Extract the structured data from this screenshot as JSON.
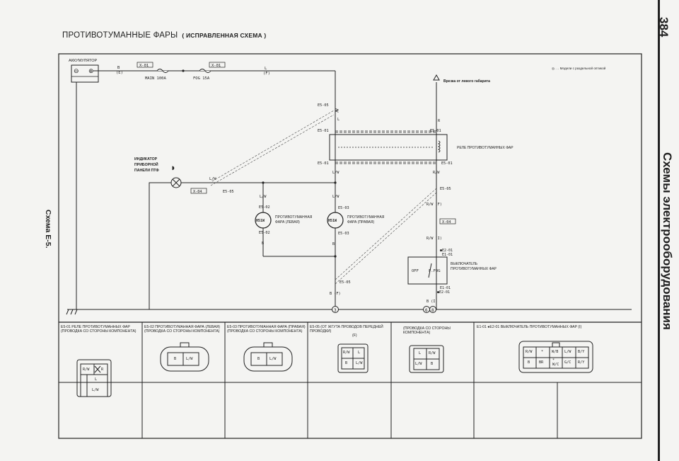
{
  "page": {
    "number": "384",
    "section_title": "Схемы электрооборудования",
    "scheme_label": "Схема Е-5.",
    "title": "ПРОТИВОТУМАННЫЕ ФАРЫ",
    "title_note": "( ИСПРАВЛЕННАЯ СХЕМА )"
  },
  "diagram": {
    "battery_label": "АККУМУЛЯТОР",
    "battery_minus": "⊖",
    "battery_plus": "⊕",
    "wire_b_e": "B",
    "wire_b_e2": "(E)",
    "x01_a": "X-01",
    "x01_b": "X-01",
    "fuse_main": "MAIN 100A",
    "fuse_fog": "FOG 15A",
    "wire_l_f": "L",
    "wire_l_f2": "(F)",
    "legend_note": "◎. . . Модели с раздельной оптикой",
    "feed_label": "Врезка от левого габарита",
    "relay_label": "РЕЛЕ ПРОТИВОТУМАННЫХ ФАР",
    "indicator_label_1": "ИНДИКАТОР",
    "indicator_label_2": "ПРИБОРНОЙ",
    "indicator_label_3": "ПАНЕЛИ ПТФ",
    "fog_left_label_1": "ПРОТИВОТУМАННАЯ",
    "fog_left_label_2": "ФАРА (ЛЕВАЯ)",
    "fog_right_label_1": "ПРОТИВОТУМАННАЯ",
    "fog_right_label_2": "ФАРА (ПРАВАЯ)",
    "switch_label_1": "ВЫКЛЮЧАТЕЛЬ",
    "switch_label_2": "ПРОТИВОТУМАННЫХ ФАР",
    "switch_off": "OFF",
    "switch_fog": "F.FOG",
    "c_e505_top": "E5-05",
    "c_e501_a": "E5-01",
    "c_e501_b": "E5-01",
    "c_e501_c": "E5-01",
    "c_e501_d": "E5-01",
    "c_e505_mid": "E5-05",
    "c_e505_right": "E5-05",
    "c_x04_left": "X-04",
    "c_x04_right": "X-04",
    "c_e502_a": "E5-02",
    "c_e502_b": "E5-02",
    "c_e503_a": "E5-03",
    "c_e503_b": "E5-03",
    "c_e505_bottom": "E5-05",
    "c_e201_a": "●E2-01",
    "c_e101_a": "E1-01",
    "c_e101_b": "E1-01",
    "c_e201_b": "●E2-01",
    "w_l_1": "L",
    "w_lw_1": "L/W",
    "w_lw_2": "L/W",
    "w_lw_3": "L/W",
    "w_lw_4": "L/W",
    "w_b_1": "B",
    "w_b_2": "B",
    "w_b_f": "B (F)",
    "w_r_1": "R",
    "w_rw_1": "R/W",
    "w_rw_f": "R/W (F)",
    "w_rw_i": "R/W (I)",
    "w_b_i": "B (I)",
    "ground_3": "3",
    "ground_6": "6",
    "ground_8": "8",
    "lamp_code": "H51W"
  },
  "connectors": [
    {
      "code": "E5-01",
      "text": "РЕЛЕ ПРОТИВОТУМАННЫХ ФАР (ПРОВОДКА СО СТОРОНЫ КОМПОНЕНТА)",
      "pins": [
        "R/W",
        "R",
        "L",
        "L/W"
      ]
    },
    {
      "code": "E5-02",
      "text": "ПРОТИВОТУМАННАЯ ФАРА (ЛЕВАЯ) (ПРОВОДКА СО СТОРОНЫ КОМПОНЕНТА)",
      "pins": [
        "B",
        "L/W"
      ]
    },
    {
      "code": "E5-03",
      "text": "ПРОТИВОТУМАННАЯ ФАРА (ПРАВАЯ) (ПРОВОДКА СО СТОРОНЫ КОМПОНЕНТА)",
      "pins": [
        "B",
        "L/W"
      ]
    },
    {
      "code": "E5-05",
      "text": "(ОТ ЖГУТА ПРОВОДОВ ПЕРЕДНЕЙ ПРОВОДКИ)",
      "sub": "(F)",
      "pins": [
        "R/W",
        "L",
        "B",
        "L/W"
      ]
    },
    {
      "code": "",
      "text": "(ПРОВОДКА СО СТОРОНЫ КОМПОНЕНТА)",
      "pins": [
        "L",
        "R/W",
        "L/W",
        "B"
      ]
    },
    {
      "code": "E1-01 ●E2-01",
      "text": "ВЫКЛЮЧАТЕЛЬ ПРОТИВОТУМАННЫХ ФАР (I)",
      "pins": [
        "R/W",
        "*",
        "W/B",
        "L/W",
        "B/Y",
        "B",
        "BR",
        "*",
        "W/C",
        "G/C",
        "R/Y"
      ]
    }
  ]
}
